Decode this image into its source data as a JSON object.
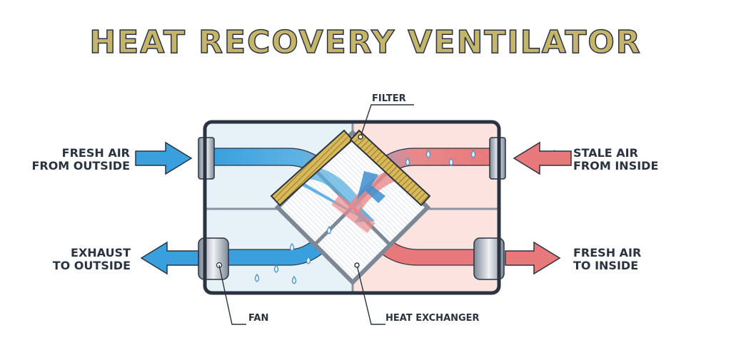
{
  "title": "HEAT RECOVERY VENTILATOR",
  "labels": {
    "fresh_air_from_outside": "FRESH AIR\nFROM OUTSIDE",
    "exhaust_to_outside": "EXHAUST\nTO OUTSIDE",
    "stale_air_from_inside": "STALE AIR\nFROM INSIDE",
    "fresh_air_to_inside": "FRESH AIR\nTO INSIDE",
    "filter": "FILTER",
    "fan": "FAN",
    "heat_exchanger": "HEAT EXCHANGER"
  },
  "colors": {
    "title_fill": "#c4b56a",
    "outline": "#2b3340",
    "cold_air": "#3aa0dd",
    "warm_air": "#e8797b",
    "cold_zone": "#e6f1f8",
    "warm_zone": "#fbe4df",
    "filter": "#c9b25c"
  }
}
